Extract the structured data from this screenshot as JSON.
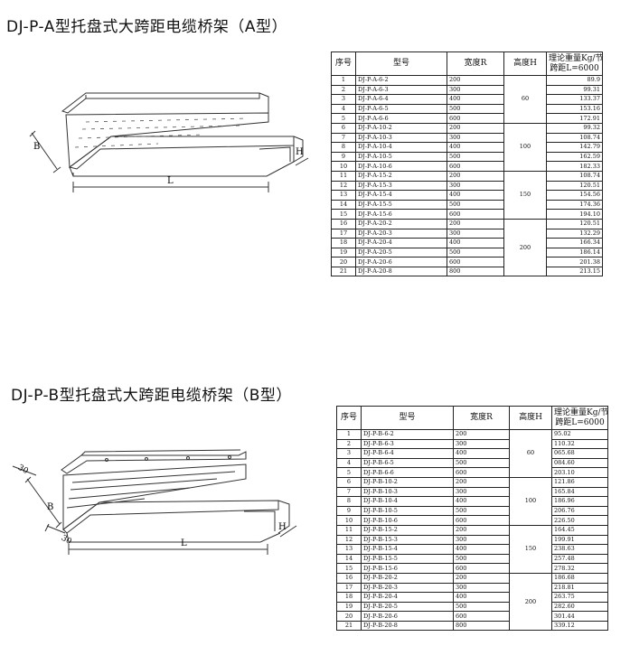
{
  "section_a": {
    "title": "DJ-P-A型托盘式大跨距电缆桥架（A型）",
    "labels": {
      "B": "B",
      "H": "H",
      "L": "L"
    },
    "headers": {
      "no": "序号",
      "model": "型号",
      "width": "宽度R",
      "height": "高度H",
      "weight_line1": "理论重量Kg/节",
      "weight_line2": "跨距L=6000"
    },
    "rows": [
      {
        "no": "1",
        "model": "DJ-P-A-6-2",
        "width": "200",
        "weight": "89.9"
      },
      {
        "no": "2",
        "model": "DJ-P-A-6-3",
        "width": "300",
        "weight": "99.31"
      },
      {
        "no": "3",
        "model": "DJ-P-A-6-4",
        "width": "400",
        "weight": "133.37"
      },
      {
        "no": "4",
        "model": "DJ-P-A-6-5",
        "width": "500",
        "weight": "153.16"
      },
      {
        "no": "5",
        "model": "DJ-P-A-6-6",
        "width": "600",
        "weight": "172.91"
      },
      {
        "no": "6",
        "model": "DJ-P-A-10-2",
        "width": "200",
        "weight": "99.32"
      },
      {
        "no": "7",
        "model": "DJ-P-A-10-3",
        "width": "300",
        "weight": "108.74"
      },
      {
        "no": "8",
        "model": "DJ-P-A-10-4",
        "width": "400",
        "weight": "142.79"
      },
      {
        "no": "9",
        "model": "DJ-P-A-10-5",
        "width": "500",
        "weight": "162.59"
      },
      {
        "no": "10",
        "model": "DJ-P-A-10-6",
        "width": "600",
        "weight": "182.33"
      },
      {
        "no": "11",
        "model": "DJ-P-A-15-2",
        "width": "200",
        "weight": "108.74"
      },
      {
        "no": "12",
        "model": "DJ-P-A-15-3",
        "width": "300",
        "weight": "120.51"
      },
      {
        "no": "13",
        "model": "DJ-P-A-15-4",
        "width": "400",
        "weight": "154.56"
      },
      {
        "no": "14",
        "model": "DJ-P-A-15-5",
        "width": "500",
        "weight": "174.36"
      },
      {
        "no": "15",
        "model": "DJ-P-A-15-6",
        "width": "600",
        "weight": "194.10"
      },
      {
        "no": "16",
        "model": "DJ-P-A-20-2",
        "width": "200",
        "weight": "120.51"
      },
      {
        "no": "17",
        "model": "DJ-P-A-20-3",
        "width": "300",
        "weight": "132.29"
      },
      {
        "no": "18",
        "model": "DJ-P-A-20-4",
        "width": "400",
        "weight": "166.34"
      },
      {
        "no": "19",
        "model": "DJ-P-A-20-5",
        "width": "500",
        "weight": "186.14"
      },
      {
        "no": "20",
        "model": "DJ-P-A-20-6",
        "width": "600",
        "weight": "201.38"
      },
      {
        "no": "21",
        "model": "DJ-P-A-20-8",
        "width": "800",
        "weight": "213.15"
      }
    ],
    "heights": [
      "60",
      "100",
      "150",
      "200"
    ]
  },
  "section_b": {
    "title": "DJ-P-B型托盘式大跨距电缆桥架（B型）",
    "labels": {
      "B": "B",
      "H": "H",
      "L": "L",
      "d1": "30",
      "d2": "30"
    },
    "headers": {
      "no": "序号",
      "model": "型号",
      "width": "宽度R",
      "height": "高度H",
      "weight_line1": "理论重量Kg/节",
      "weight_line2": "跨距L=6000"
    },
    "rows": [
      {
        "no": "1",
        "model": "DJ-P-B-6-2",
        "width": "200",
        "weight": "95.02"
      },
      {
        "no": "2",
        "model": "DJ-P-B-6-3",
        "width": "300",
        "weight": "110.32"
      },
      {
        "no": "3",
        "model": "DJ-P-B-6-4",
        "width": "400",
        "weight": "065.68"
      },
      {
        "no": "4",
        "model": "DJ-P-B-6-5",
        "width": "500",
        "weight": "084.60"
      },
      {
        "no": "5",
        "model": "DJ-P-B-6-6",
        "width": "600",
        "weight": "203.10"
      },
      {
        "no": "6",
        "model": "DJ-P-B-10-2",
        "width": "200",
        "weight": "121.86"
      },
      {
        "no": "7",
        "model": "DJ-P-B-10-3",
        "width": "300",
        "weight": "165.84"
      },
      {
        "no": "8",
        "model": "DJ-P-B-10-4",
        "width": "400",
        "weight": "186.96"
      },
      {
        "no": "9",
        "model": "DJ-P-B-10-5",
        "width": "500",
        "weight": "206.76"
      },
      {
        "no": "10",
        "model": "DJ-P-B-10-6",
        "width": "600",
        "weight": "226.50"
      },
      {
        "no": "11",
        "model": "DJ-P-B-15-2",
        "width": "200",
        "weight": "164.45"
      },
      {
        "no": "12",
        "model": "DJ-P-B-15-3",
        "width": "300",
        "weight": "199.91"
      },
      {
        "no": "13",
        "model": "DJ-P-B-15-4",
        "width": "400",
        "weight": "238.63"
      },
      {
        "no": "14",
        "model": "DJ-P-B-15-5",
        "width": "500",
        "weight": "257.48"
      },
      {
        "no": "15",
        "model": "DJ-P-B-15-6",
        "width": "600",
        "weight": "278.32"
      },
      {
        "no": "16",
        "model": "DJ-P-B-20-2",
        "width": "200",
        "weight": "186.68"
      },
      {
        "no": "17",
        "model": "DJ-P-B-20-3",
        "width": "300",
        "weight": "218.81"
      },
      {
        "no": "18",
        "model": "DJ-P-B-20-4",
        "width": "400",
        "weight": "263.75"
      },
      {
        "no": "19",
        "model": "DJ-P-B-20-5",
        "width": "500",
        "weight": "282.60"
      },
      {
        "no": "20",
        "model": "DJ-P-B-20-6",
        "width": "600",
        "weight": "301.44"
      },
      {
        "no": "21",
        "model": "DJ-P-B-20-8",
        "width": "800",
        "weight": "339.12"
      }
    ],
    "heights": [
      "60",
      "100",
      "150",
      "200"
    ]
  }
}
